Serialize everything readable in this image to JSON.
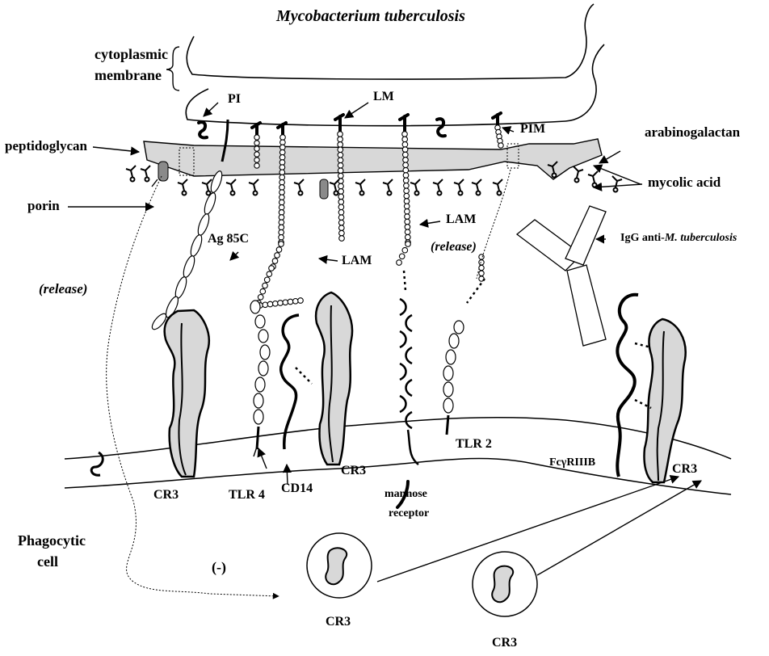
{
  "diagram": {
    "organism_label": "Mycobacterium tuberculosis",
    "labels": {
      "cytoplasmic_membrane_line1": "cytoplasmic",
      "cytoplasmic_membrane_line2": "membrane",
      "pi": "PI",
      "lm": "LM",
      "pim": "PIM",
      "arabinogalactan": "arabinogalactan",
      "peptidoglycan": "peptidoglycan",
      "mycolic_acid": "mycolic acid",
      "porin": "porin",
      "lam_right": "LAM",
      "release_right": "(release)",
      "igg_prefix": "IgG anti-",
      "igg_italic": "M. tuberculosis",
      "ag85c": "Ag 85C",
      "lam_center": "LAM",
      "release_left": "(release)",
      "tlr2": "TLR 2",
      "fcgr": "FcγRIIIB",
      "cr3_left": "CR3",
      "tlr4": "TLR 4",
      "cd14": "CD14",
      "cr3_center": "CR3",
      "mannose": "mannose",
      "receptor": "receptor",
      "cr3_right": "CR3",
      "phagocytic_line1": "Phagocytic",
      "phagocytic_line2": "cell",
      "inhibition": "(-)",
      "cr3_vesicle1": "CR3",
      "cr3_vesicle2": "CR3"
    }
  },
  "colors": {
    "stroke": "#000000",
    "fill_gray": "#d8d8d8",
    "porin_gray": "#8a8a8a",
    "background": "#ffffff"
  }
}
